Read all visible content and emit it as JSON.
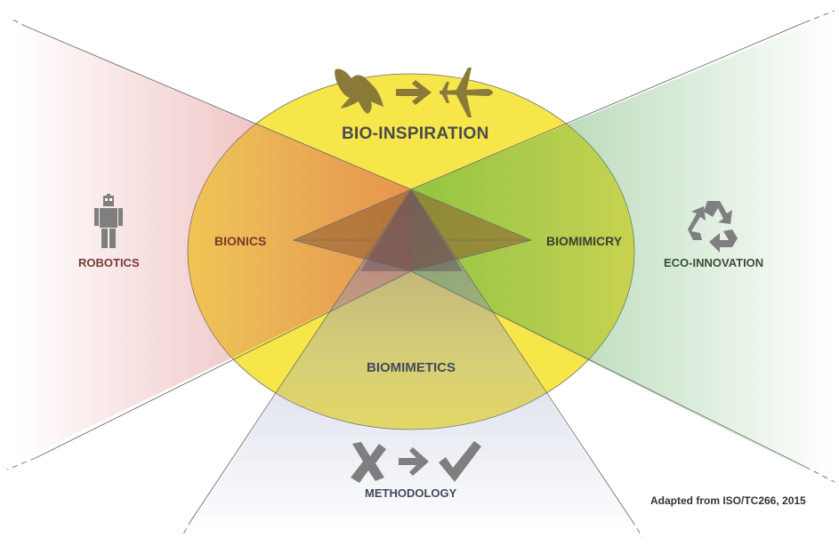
{
  "labels": {
    "bio_inspiration": "BIO-INSPIRATION",
    "bionics": "BIONICS",
    "biomimicry": "BIOMIMICRY",
    "biomimetics": "BIOMIMETICS",
    "robotics": "ROBOTICS",
    "eco_innovation": "ECO-INNOVATION",
    "methodology": "METHODOLOGY",
    "credit": "Adapted from ISO/TC266, 2015"
  },
  "icons": {
    "bio_inspiration": [
      "eagle-icon",
      "arrow-right-icon",
      "airplane-icon"
    ],
    "robotics": "robot-icon",
    "eco_innovation": "recycle-icon",
    "methodology": [
      "cross-mark-icon",
      "arrow-right-icon",
      "check-mark-icon"
    ]
  },
  "colors": {
    "ellipse": "#f7e64a",
    "robotics": "#d96c6c",
    "eco_innovation": "#59a859",
    "methodology": "#9aa4c8",
    "icon": "#8a8a8a"
  }
}
